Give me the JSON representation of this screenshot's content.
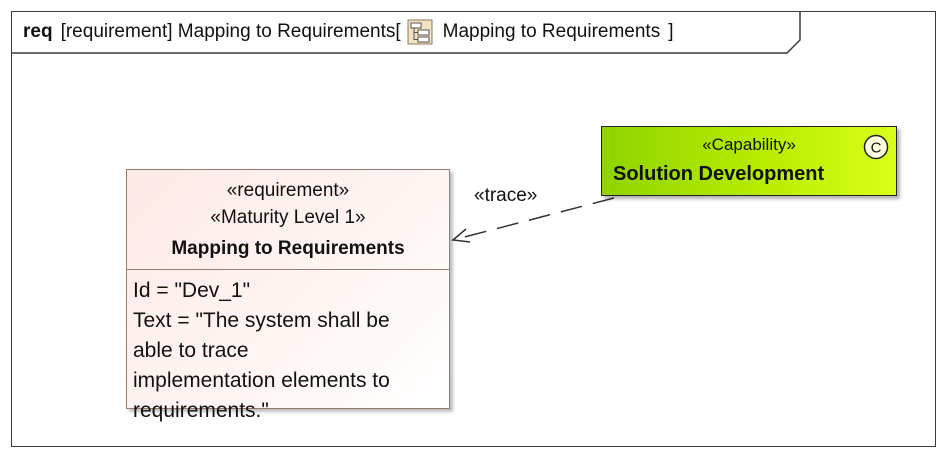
{
  "frame": {
    "keyword": "req",
    "title_prefix": "[requirement] Mapping to Requirements[",
    "title_name": "Mapping to Requirements",
    "title_suffix": "]"
  },
  "requirement": {
    "stereotype_1": "«requirement»",
    "stereotype_2": "«Maturity Level 1»",
    "name": "Mapping to Requirements",
    "id_line": "Id = \"Dev_1\"",
    "text_lines": [
      "Text = \"The system shall be",
      "able to trace",
      "implementation elements to",
      "requirements.\""
    ]
  },
  "capability": {
    "stereotype": "«Capability»",
    "name": "Solution Development",
    "icon_letter": "C"
  },
  "relation": {
    "label": "«trace»"
  },
  "colors": {
    "capability_fill": "#b8ec00",
    "requirement_fill": "#fde9e6"
  }
}
